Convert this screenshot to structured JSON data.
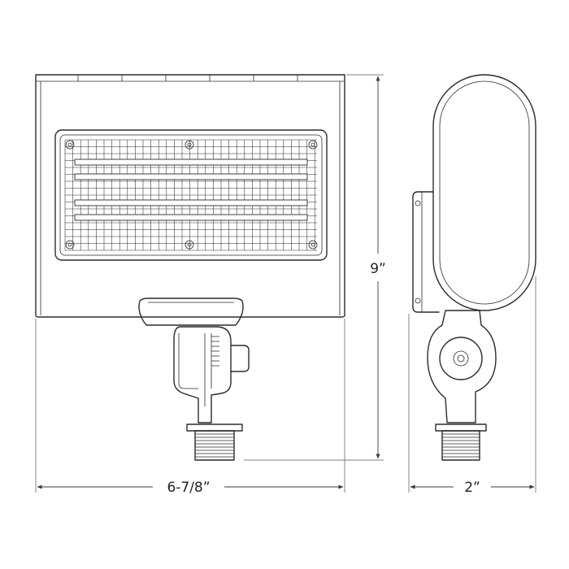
{
  "dimensions": {
    "width_label": "6-7/8”",
    "height_label": "9”",
    "depth_label": "2”"
  },
  "colors": {
    "stroke": "#2b2b2b",
    "background": "#ffffff"
  }
}
